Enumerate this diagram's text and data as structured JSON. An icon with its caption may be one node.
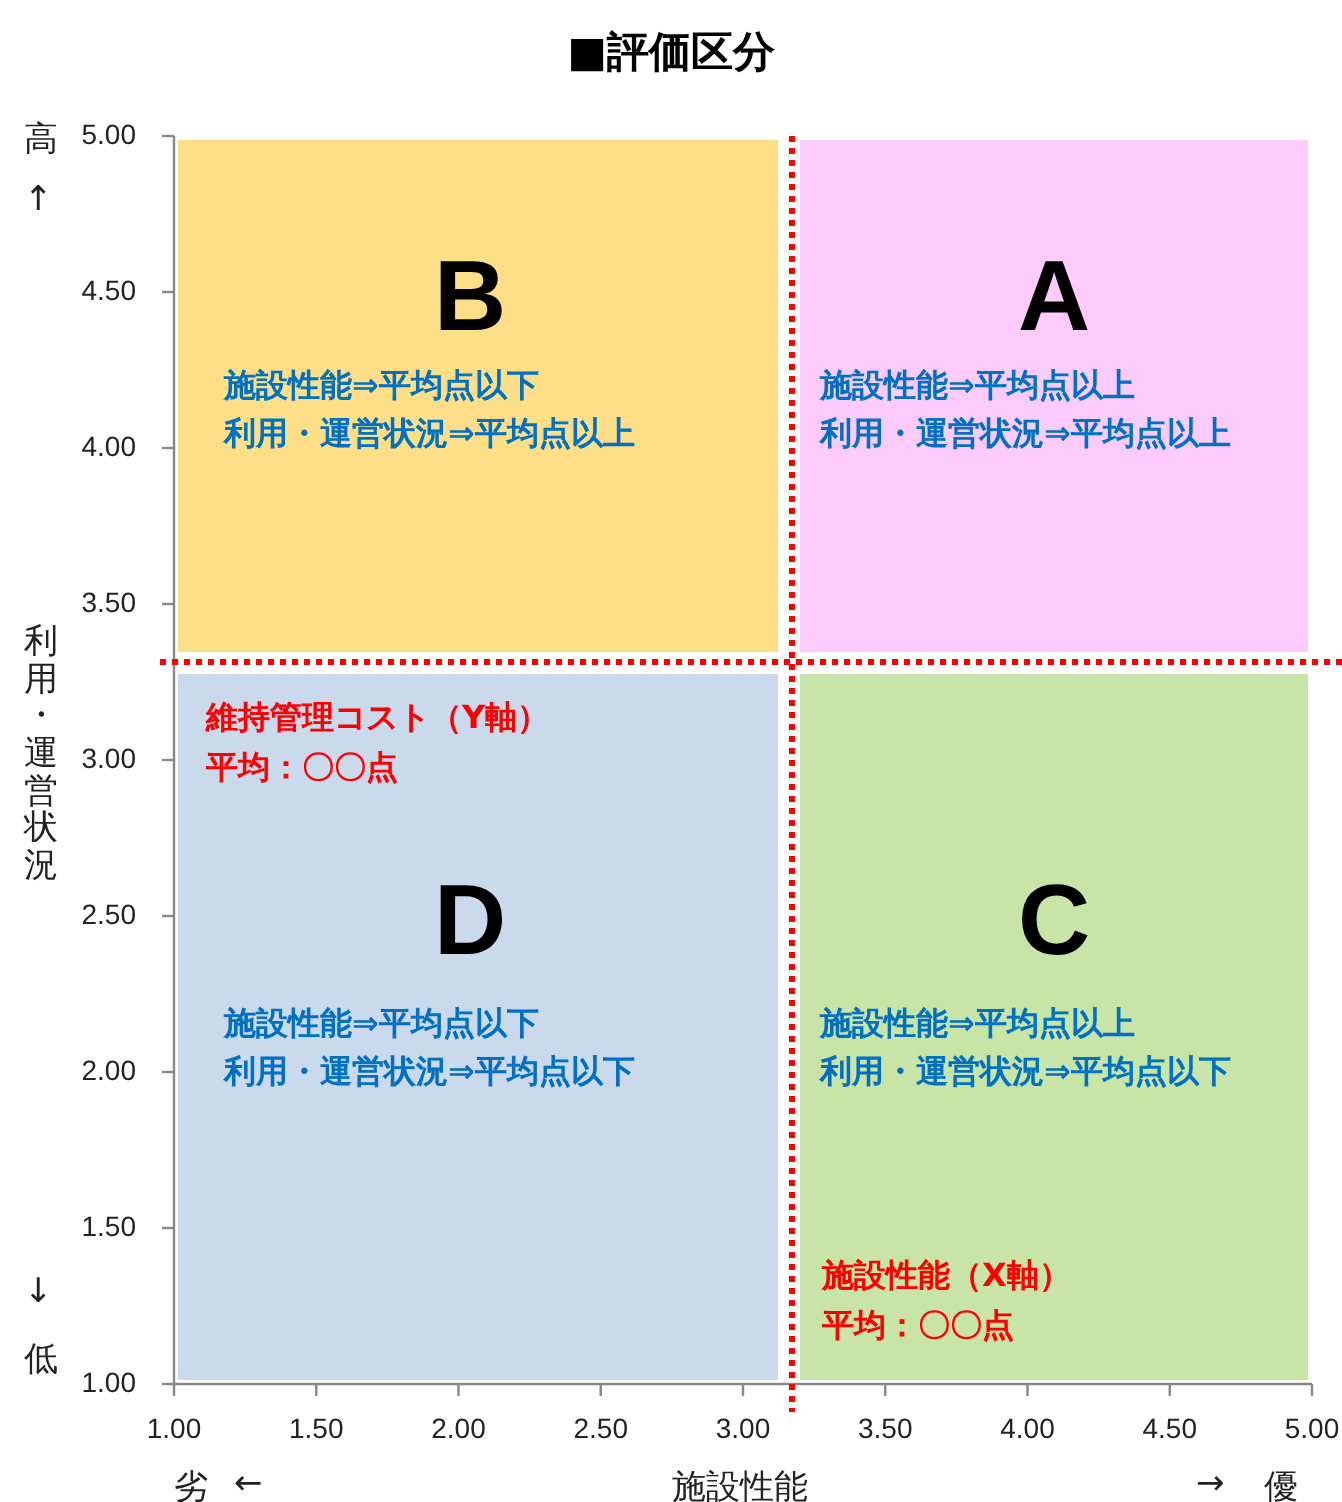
{
  "diagram": {
    "title": "■評価区分",
    "nodes": [
      {
        "text": [
          "B",
          "施設性能⇒平均点以下",
          "利用・運営状況⇒平均点以上"
        ]
      },
      {
        "text": [
          "A",
          "施設性能⇒平均点以上",
          "利用・運営状況⇒平均点以上"
        ]
      },
      {
        "text": [
          "D",
          "施設性能⇒平均点以下",
          "利用・運営状況⇒平均点以下"
        ]
      },
      {
        "text": [
          "C",
          "施設性能⇒平均点以上",
          "利用・運営状況⇒平均点以下"
        ]
      }
    ],
    "labels": [
      "高",
      "↑",
      "利用・運営状況",
      "↓",
      "低",
      "5.00",
      "4.50",
      "4.00",
      "3.50",
      "3.00",
      "2.50",
      "2.00",
      "1.50",
      "1.00",
      "1.00",
      "1.50",
      "2.00",
      "2.50",
      "3.00",
      "3.50",
      "4.00",
      "4.50",
      "5.00",
      "劣",
      "←",
      "施設性能",
      "→",
      "優",
      "維持管理コスト（Y軸）",
      "平均：〇〇点",
      "施設性能（X軸）",
      "平均：〇〇点"
    ]
  }
}
